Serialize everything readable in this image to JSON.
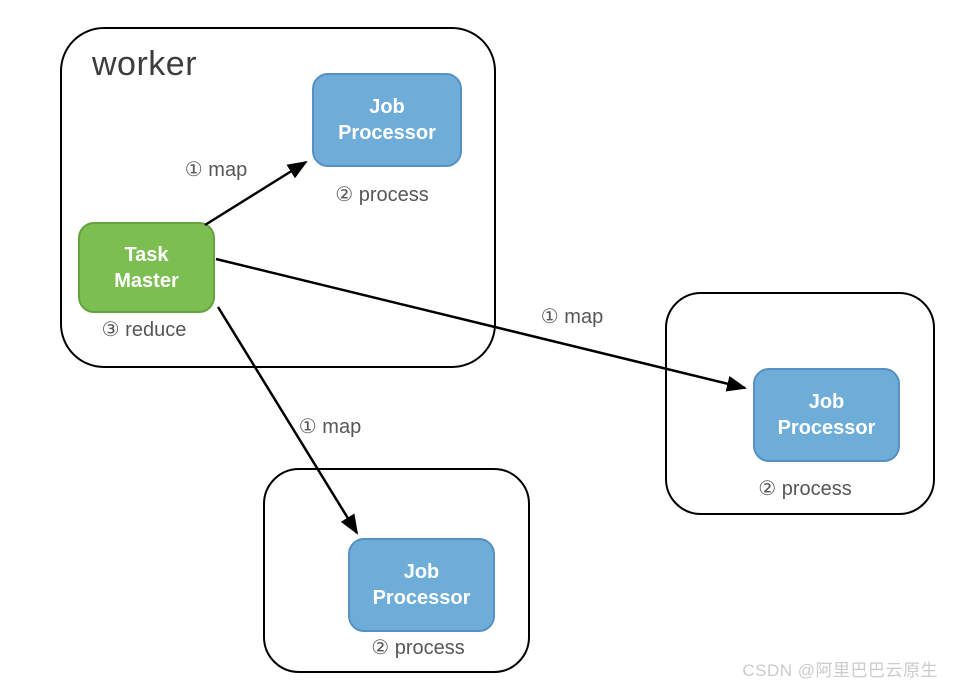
{
  "main_worker": {
    "title": "worker",
    "task_master_label": "Task\nMaster",
    "job_processor_label": "Job\nProcessor",
    "map_label": "① map",
    "process_label": "② process",
    "reduce_label": "③ reduce"
  },
  "right_worker": {
    "job_processor_label": "Job\nProcessor",
    "map_label": "① map",
    "process_label": "② process"
  },
  "bottom_worker": {
    "job_processor_label": "Job\nProcessor",
    "map_label": "① map",
    "process_label": "② process"
  },
  "watermark": "CSDN @阿里巴巴云原生",
  "colors": {
    "task_master_fill": "#7dbe53",
    "task_master_border": "#64a23e",
    "job_processor_fill": "#6fadd9",
    "job_processor_border": "#5591c4",
    "container_outline": "#000000",
    "label_text": "#575757",
    "title_text": "#3d3d3d",
    "node_text": "#ffffff",
    "watermark_text": "#cbcbcb"
  }
}
